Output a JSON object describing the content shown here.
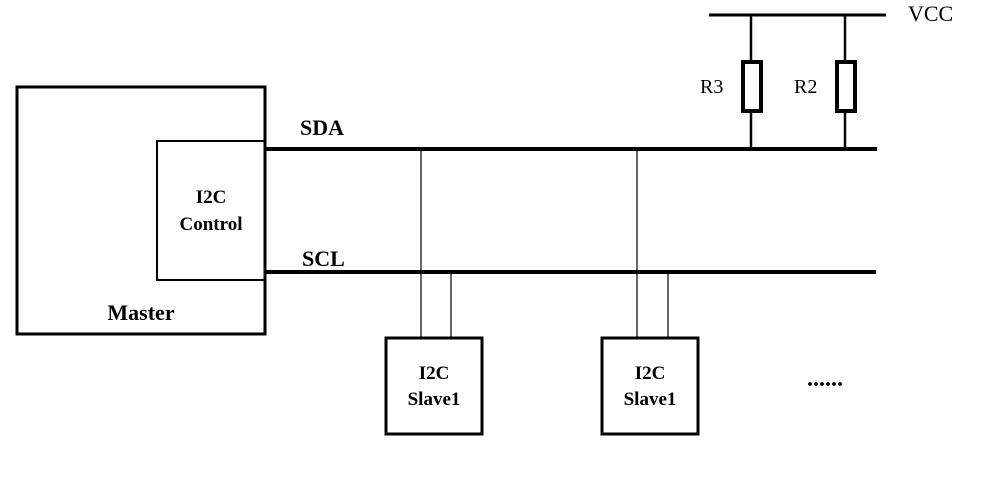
{
  "master": {
    "label": "Master",
    "controller_line1": "I2C",
    "controller_line2": "Control"
  },
  "bus": {
    "sda_label": "SDA",
    "scl_label": "SCL"
  },
  "power": {
    "vcc_label": "VCC",
    "resistors": [
      "R3",
      "R2"
    ]
  },
  "slaves": [
    {
      "line1": "I2C",
      "line2": "Slave1"
    },
    {
      "line1": "I2C",
      "line2": "Slave1"
    }
  ],
  "continuation": "......"
}
